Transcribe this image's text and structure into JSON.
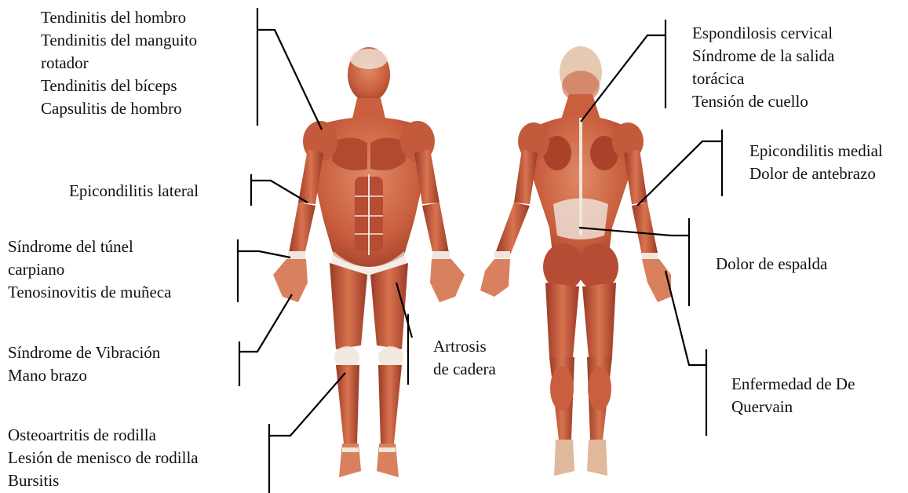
{
  "labels": {
    "shoulder": [
      "Tendinitis del hombro",
      "Tendinitis del manguito",
      "rotador",
      "Tendinitis del bíceps",
      "Capsulitis de hombro"
    ],
    "lateral_epicondylitis": [
      "Epicondilitis lateral"
    ],
    "carpal": [
      "Síndrome del túnel",
      "carpiano",
      "Tenosinovitis de muñeca"
    ],
    "vibration": [
      "Síndrome de Vibración",
      "Mano brazo"
    ],
    "knee": [
      "Osteoartritis de rodilla",
      "Lesión de menisco de rodilla",
      "Bursitis"
    ],
    "hip": [
      "Artrosis",
      "de cadera"
    ],
    "neck": [
      "Espondilosis cervical",
      "Síndrome de la salida",
      "torácica",
      "Tensión de cuello"
    ],
    "medial_epicondylitis": [
      "Epicondilitis medial",
      "Dolor de antebrazo"
    ],
    "back": [
      "Dolor de espalda"
    ],
    "dequervain": [
      "Enfermedad de  De",
      "Quervain"
    ]
  },
  "colors": {
    "muscle_dark": "#a8402a",
    "muscle_mid": "#c95f3f",
    "muscle_light": "#e08a66",
    "tendon": "#efe6dc",
    "line": "#000000"
  }
}
